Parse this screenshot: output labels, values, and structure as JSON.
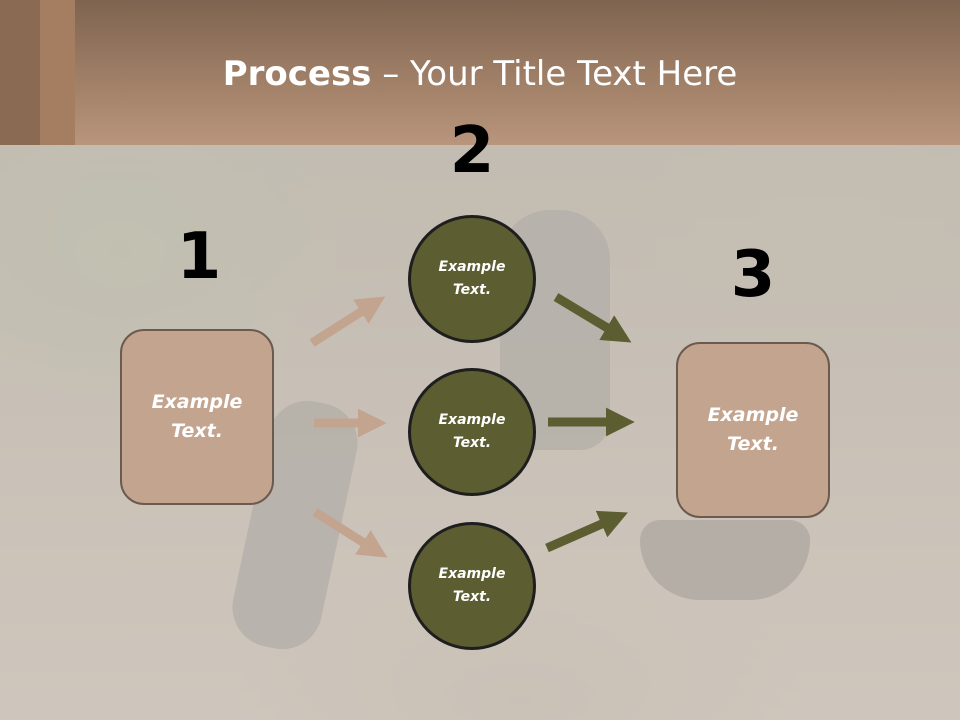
{
  "title": {
    "bold": "Process",
    "rest": " – Your Title Text Here"
  },
  "steps": [
    {
      "number": "1",
      "text_line1": "Example",
      "text_line2": "Text."
    },
    {
      "number": "2"
    },
    {
      "number": "3",
      "text_line1": "Example",
      "text_line2": "Text."
    }
  ],
  "circles": [
    {
      "line1": "Example",
      "line2": "Text."
    },
    {
      "line1": "Example",
      "line2": "Text."
    },
    {
      "line1": "Example",
      "line2": "Text."
    }
  ],
  "colors": {
    "header": "#a07f67",
    "box_fill": "#c3a48f",
    "circle_fill": "#5c5d31",
    "arrow_in": "#c3a48f",
    "arrow_out": "#5c5d31"
  }
}
